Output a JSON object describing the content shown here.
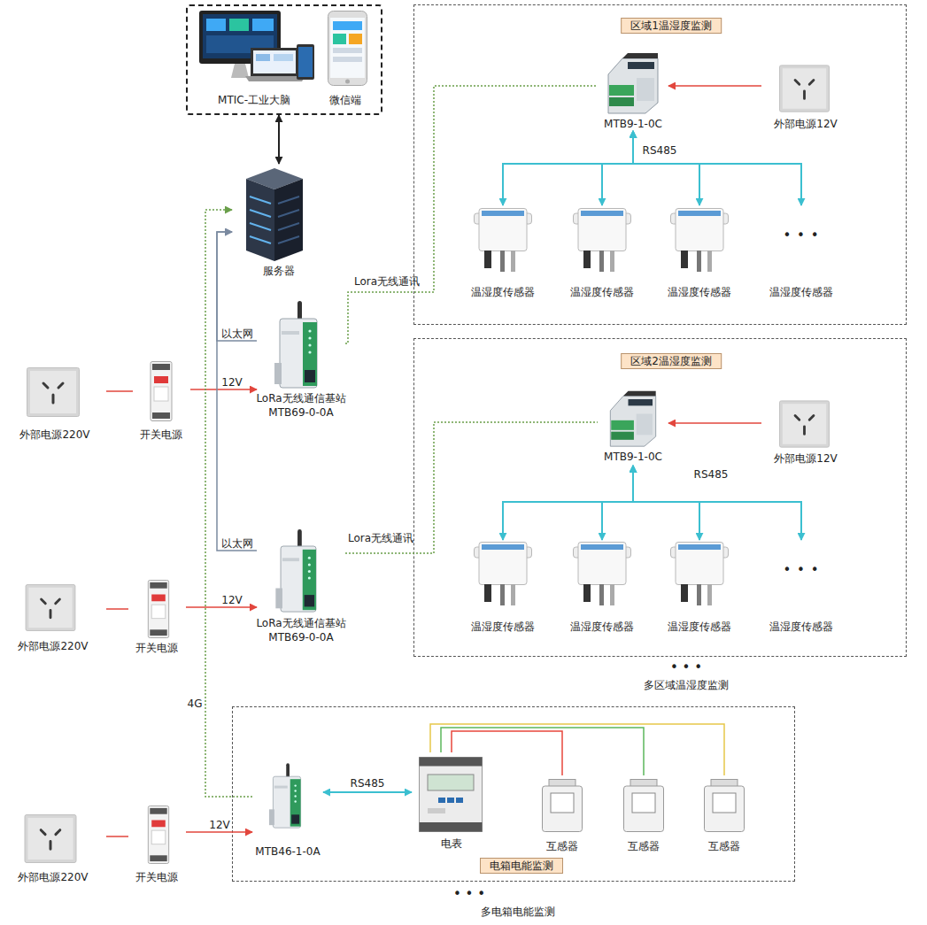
{
  "diagram": {
    "nodes": [
      {
        "text": [
          "MTIC-工业大脑",
          "微信端"
        ]
      },
      {
        "text": [
          "服务器"
        ]
      },
      {
        "text": [
          "区域1温湿度监测"
        ]
      },
      {
        "text": [
          "MTB9-1-0C"
        ],
        "in": 2
      },
      {
        "text": [
          "外部电源12V"
        ],
        "in": 2
      },
      {
        "text": [
          "温湿度传感器"
        ],
        "in": 2
      },
      {
        "text": [
          "温湿度传感器"
        ],
        "in": 2
      },
      {
        "text": [
          "温湿度传感器"
        ],
        "in": 2
      },
      {
        "text": [
          "• • •",
          "温湿度传感器"
        ],
        "in": 2
      },
      {
        "text": [
          "LoRa无线通信基站 MTB69-0-0A"
        ]
      },
      {
        "text": [
          "开关电源"
        ]
      },
      {
        "text": [
          "外部电源220V"
        ]
      },
      {
        "text": [
          "区域2温湿度监测"
        ]
      },
      {
        "text": [
          "MTB9-1-0C"
        ],
        "in": 12
      },
      {
        "text": [
          "外部电源12V"
        ],
        "in": 12
      },
      {
        "text": [
          "温湿度传感器"
        ],
        "in": 12
      },
      {
        "text": [
          "温湿度传感器"
        ],
        "in": 12
      },
      {
        "text": [
          "温湿度传感器"
        ],
        "in": 12
      },
      {
        "text": [
          "• • •",
          "温湿度传感器"
        ],
        "in": 12
      },
      {
        "text": [
          "LoRa无线通信基站 MTB69-0-0A"
        ]
      },
      {
        "text": [
          "开关电源"
        ]
      },
      {
        "text": [
          "外部电源220V"
        ]
      },
      {
        "text": [
          "电箱电能监测"
        ]
      },
      {
        "text": [
          "MTB46-1-0A"
        ],
        "in": 22
      },
      {
        "text": [
          "电表"
        ],
        "in": 22
      },
      {
        "text": [
          "互感器"
        ],
        "in": 22
      },
      {
        "text": [
          "互感器"
        ],
        "in": 22
      },
      {
        "text": [
          "互感器"
        ],
        "in": 22
      },
      {
        "text": [
          "开关电源"
        ]
      },
      {
        "text": [
          "外部电源220V"
        ]
      }
    ],
    "edges": [
      {
        "from": 1,
        "to": 0,
        "arrow": "both"
      },
      {
        "from": 4,
        "to": 3,
        "arrow": "to"
      },
      {
        "from": 3,
        "to": 5,
        "label": "RS485",
        "arrow": "both"
      },
      {
        "from": 3,
        "to": 6,
        "arrow": "both"
      },
      {
        "from": 3,
        "to": 7,
        "arrow": "both"
      },
      {
        "from": 3,
        "to": 8,
        "arrow": "both"
      },
      {
        "from": 9,
        "to": 3,
        "label": "Lora无线通讯",
        "arrow": "none"
      },
      {
        "from": 9,
        "to": 1,
        "label": "以太网",
        "arrow": "to"
      },
      {
        "from": 11,
        "to": 10,
        "arrow": "none"
      },
      {
        "from": 10,
        "to": 9,
        "label": "12V",
        "arrow": "to"
      },
      {
        "from": 14,
        "to": 13,
        "arrow": "to"
      },
      {
        "from": 13,
        "to": 15,
        "label": "RS485",
        "arrow": "both"
      },
      {
        "from": 13,
        "to": 16,
        "arrow": "both"
      },
      {
        "from": 13,
        "to": 17,
        "arrow": "both"
      },
      {
        "from": 13,
        "to": 18,
        "arrow": "both"
      },
      {
        "from": 19,
        "to": 13,
        "label": "Lora无线通讯",
        "arrow": "none"
      },
      {
        "from": 19,
        "to": 1,
        "label": "以太网",
        "arrow": "to"
      },
      {
        "from": 21,
        "to": 20,
        "arrow": "none"
      },
      {
        "from": 20,
        "to": 19,
        "label": "12V",
        "arrow": "to"
      },
      {
        "from": 23,
        "to": 24,
        "label": "RS485",
        "arrow": "both"
      },
      {
        "from": 24,
        "to": 25,
        "arrow": "none"
      },
      {
        "from": 24,
        "to": 26,
        "arrow": "none"
      },
      {
        "from": 24,
        "to": 27,
        "arrow": "none"
      },
      {
        "from": 23,
        "to": 1,
        "label": "4G",
        "arrow": "to"
      },
      {
        "from": 29,
        "to": 28,
        "arrow": "none"
      },
      {
        "from": 28,
        "to": 23,
        "label": "12V",
        "arrow": "to"
      }
    ],
    "labels": [
      "• • •",
      "多区域温湿度监测",
      "• • •",
      "多电箱电能监测"
    ]
  }
}
